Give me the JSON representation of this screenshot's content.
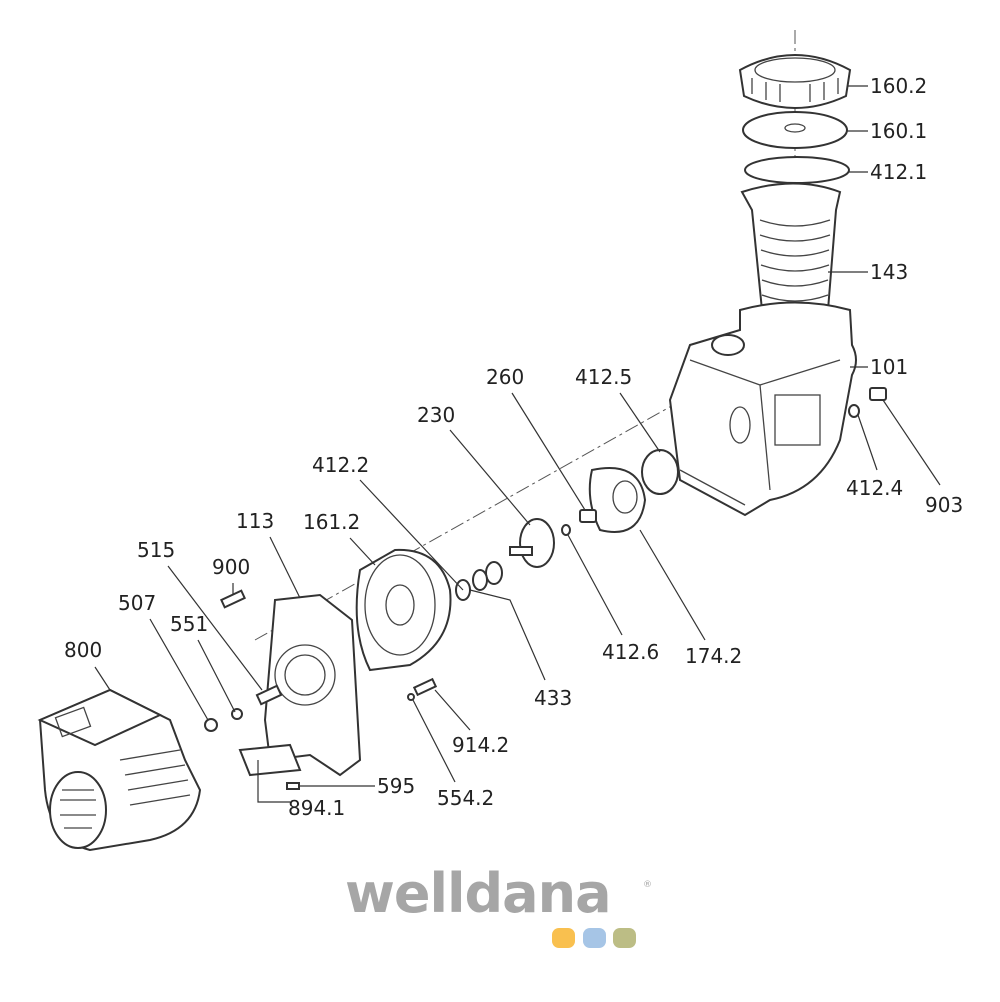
{
  "labels": {
    "p160_2": "160.2",
    "p160_1": "160.1",
    "p412_1": "412.1",
    "p143": "143",
    "p101": "101",
    "p412_4": "412.4",
    "p903": "903",
    "p412_5": "412.5",
    "p260": "260",
    "p230": "230",
    "p412_2": "412.2",
    "p161_2": "161.2",
    "p113": "113",
    "p515": "515",
    "p900": "900",
    "p507": "507",
    "p551": "551",
    "p800": "800",
    "p412_6": "412.6",
    "p174_2": "174.2",
    "p433": "433",
    "p914_2": "914.2",
    "p595": "595",
    "p554_2": "554.2",
    "p894_1": "894.1"
  },
  "logo": {
    "text": "welldana",
    "registered": "®",
    "dot_colors": [
      "#f9c04f",
      "#a6c5e6",
      "#bcbd85"
    ]
  }
}
